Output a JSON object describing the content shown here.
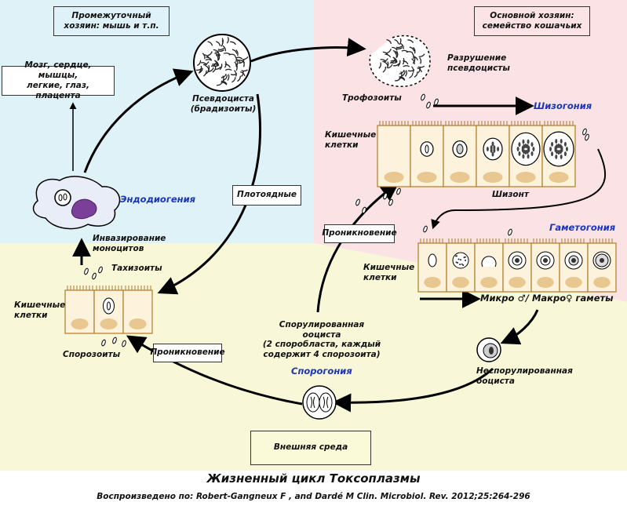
{
  "hosts": {
    "intermediate": "Промежуточный\nхозяин: мышь  и т.п.",
    "definitive": "Основной хозяин:\nсемейство кошачьих"
  },
  "labels": {
    "organs": "Мозг, сердце, мышцы,\nлегкие, глаз, плацента",
    "pseudocyst": "Псевдоциста\n(брадизоиты)",
    "carnivores": "Плотоядные",
    "monocyte_invasion": "Инвазирование\nмоноцитов",
    "tachyzoites": "Тахизоиты",
    "intestinal_cells_left": "Кишечные\nклетки",
    "sporozoites": "Спорозоиты",
    "penetration_left": "Проникновение",
    "pseudocyst_destruction": "Разрушение\nпсевдоцисты",
    "trophozoites": "Трофозоиты",
    "intestinal_cells_top": "Кишечные\nклетки",
    "schizont": "Шизонт",
    "penetration_center": "Проникновение",
    "intestinal_cells_mid": "Кишечные\nклетки",
    "gametes": "Микро ♂/ Макро♀ гаметы",
    "unsporulated_oocyst": "Неспорулированная\nооциста",
    "sporulated_oocyst": "Спорулированная ооциста\n(2 споробласта, каждый\nсодержит 4 спорозоита)",
    "environment": "Внешняя среда"
  },
  "stages": {
    "endodyogeny": "Эндодиогения",
    "schizogony": "Шизогония",
    "gametogony": "Гаметогония",
    "sporogony": "Спорогония"
  },
  "title": "Жизненный цикл Токсоплазмы",
  "source": "Воспроизведено по: Robert-Gangneux F , and Dardé M Clin. Microbiol. Rev. 2012;25:264-296",
  "colors": {
    "intermediate_bg": "#dff2f8",
    "definitive_bg": "#fbe3e5",
    "environment_bg": "#f8f8d8",
    "host_box_intermediate": "#dff2fa",
    "host_box_definitive": "#fbe3e6",
    "environment_box": "#fafad9",
    "stage_title": "#1a35b5",
    "cell_fill": "#fdf3dc",
    "cell_stroke": "#b07a2a",
    "nucleus": "#e8c890",
    "monocyte_nucleus": "#7b3f9a"
  }
}
